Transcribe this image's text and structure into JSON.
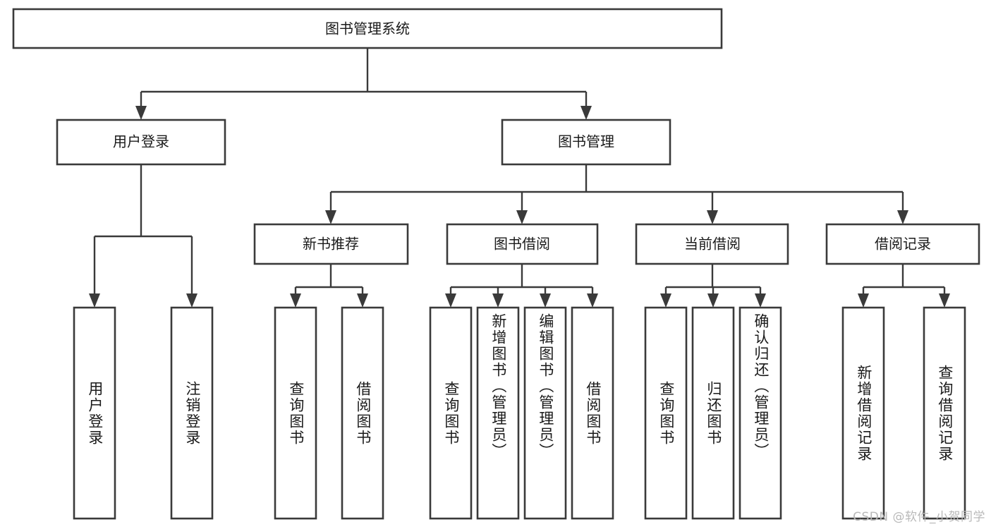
{
  "diagram": {
    "title": "图书管理系统",
    "watermark": "CSDN @软件_小贺同学",
    "colors": {
      "stroke": "#3a3a3a",
      "box_fill": "#ffffff",
      "text": "#1a1a1a",
      "background": "#ffffff",
      "watermark": "#b9b9b9"
    },
    "root": {
      "label": "图书管理系统"
    },
    "level2": [
      {
        "label": "用户登录"
      },
      {
        "label": "图书管理"
      }
    ],
    "level3": [
      {
        "label": "新书推荐"
      },
      {
        "label": "图书借阅"
      },
      {
        "label": "当前借阅"
      },
      {
        "label": "借阅记录"
      }
    ],
    "leaves": {
      "user_login": [
        {
          "label": "用户登录"
        },
        {
          "label": "注销登录"
        }
      ],
      "new_book_recommend": [
        {
          "label": "查询图书"
        },
        {
          "label": "借阅图书"
        }
      ],
      "book_borrow": [
        {
          "label": "查询图书"
        },
        {
          "label": "新增图书（管理员）"
        },
        {
          "label": "编辑图书（管理员）"
        },
        {
          "label": "借阅图书"
        }
      ],
      "current_borrow": [
        {
          "label": "查询图书"
        },
        {
          "label": "归还图书"
        },
        {
          "label": "确认归还（管理员）"
        }
      ],
      "borrow_record": [
        {
          "label": "新增借阅记录"
        },
        {
          "label": "查询借阅记录"
        }
      ]
    }
  }
}
